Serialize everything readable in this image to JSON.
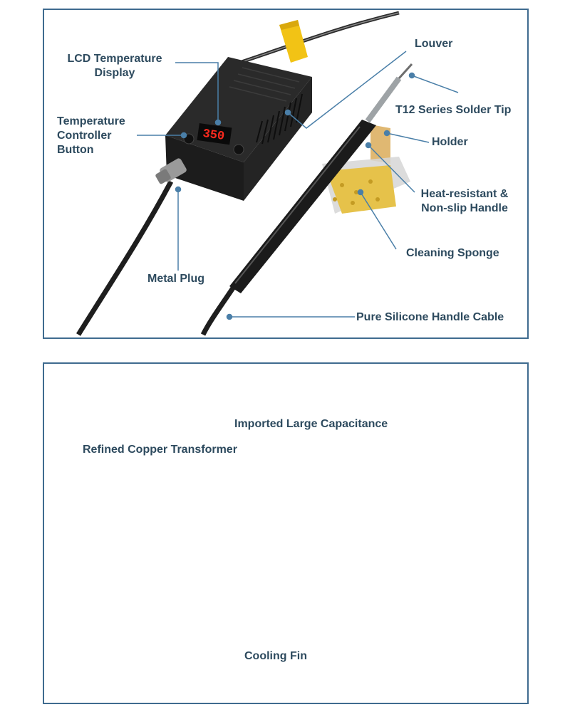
{
  "top_panel": {
    "display_digits": "350",
    "labels": {
      "lcd_display": [
        "LCD Temperature",
        "Display"
      ],
      "temp_button": [
        "Temperature",
        "Controller",
        "Button"
      ],
      "louver": "Louver",
      "solder_tip": "T12 Series Solder Tip",
      "holder": "Holder",
      "handle": [
        "Heat-resistant &",
        "Non-slip Handle"
      ],
      "sponge": "Cleaning Sponge",
      "metal_plug": "Metal Plug",
      "cable": "Pure Silicone Handle Cable"
    }
  },
  "bottom_panel": {
    "labels": {
      "capacitance": "Imported Large Capacitance",
      "transformer": "Refined Copper Transformer",
      "cooling_fin": "Cooling Fin"
    }
  },
  "colors": {
    "label_text": "#2d4a5e",
    "leader_line": "#4a7fa8",
    "panel_border": "#3f6b8f"
  }
}
